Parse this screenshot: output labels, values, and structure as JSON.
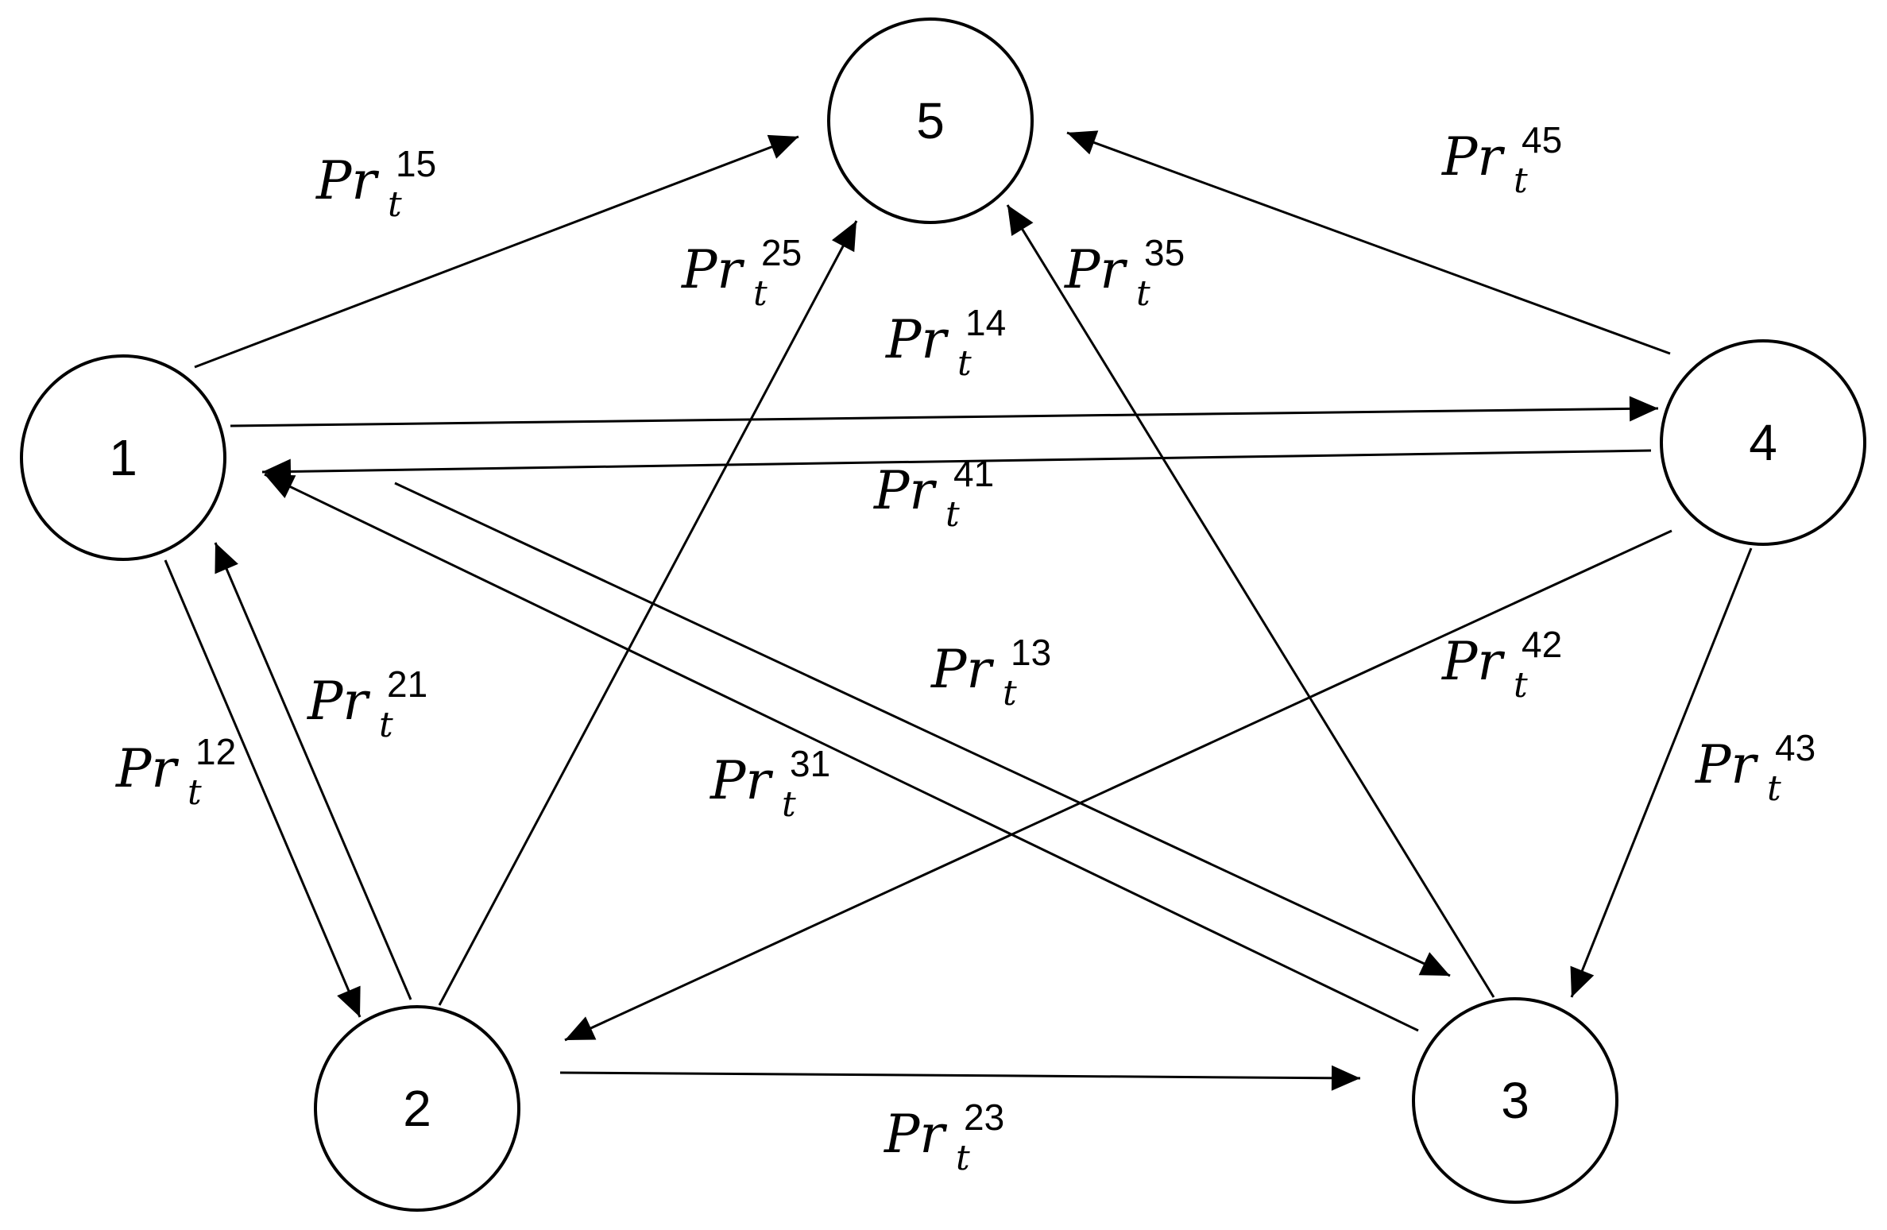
{
  "nodes": [
    {
      "id": "1",
      "label": "1"
    },
    {
      "id": "2",
      "label": "2"
    },
    {
      "id": "3",
      "label": "3"
    },
    {
      "id": "4",
      "label": "4"
    },
    {
      "id": "5",
      "label": "5"
    }
  ],
  "edges": [
    {
      "from": "1",
      "to": "5",
      "label": {
        "base": "Pr",
        "sub": "t",
        "sup": "15"
      }
    },
    {
      "from": "2",
      "to": "5",
      "label": {
        "base": "Pr",
        "sub": "t",
        "sup": "25"
      }
    },
    {
      "from": "3",
      "to": "5",
      "label": {
        "base": "Pr",
        "sub": "t",
        "sup": "35"
      }
    },
    {
      "from": "4",
      "to": "5",
      "label": {
        "base": "Pr",
        "sub": "t",
        "sup": "45"
      }
    },
    {
      "from": "1",
      "to": "4",
      "label": {
        "base": "Pr",
        "sub": "t",
        "sup": "14"
      }
    },
    {
      "from": "4",
      "to": "1",
      "label": {
        "base": "Pr",
        "sub": "t",
        "sup": "41"
      }
    },
    {
      "from": "1",
      "to": "2",
      "label": {
        "base": "Pr",
        "sub": "t",
        "sup": "12"
      }
    },
    {
      "from": "2",
      "to": "1",
      "label": {
        "base": "Pr",
        "sub": "t",
        "sup": "21"
      }
    },
    {
      "from": "1",
      "to": "3",
      "label": {
        "base": "Pr",
        "sub": "t",
        "sup": "13"
      }
    },
    {
      "from": "3",
      "to": "1",
      "label": {
        "base": "Pr",
        "sub": "t",
        "sup": "31"
      }
    },
    {
      "from": "4",
      "to": "2",
      "label": {
        "base": "Pr",
        "sub": "t",
        "sup": "42"
      }
    },
    {
      "from": "4",
      "to": "3",
      "label": {
        "base": "Pr",
        "sub": "t",
        "sup": "43"
      }
    },
    {
      "from": "2",
      "to": "3",
      "label": {
        "base": "Pr",
        "sub": "t",
        "sup": "23"
      }
    }
  ]
}
